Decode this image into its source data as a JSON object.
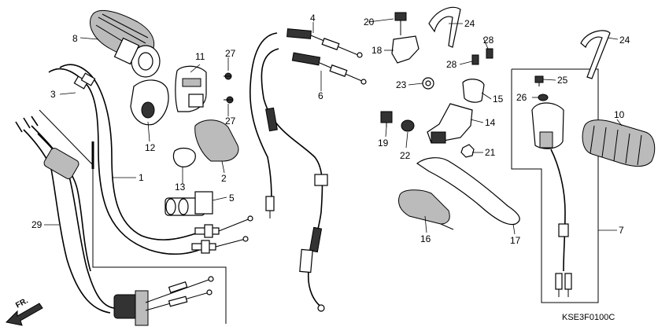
{
  "callouts": [
    "1",
    "2",
    "3",
    "4",
    "5",
    "6",
    "7",
    "8",
    "10",
    "11",
    "12",
    "13",
    "14",
    "15",
    "16",
    "17",
    "18",
    "19",
    "20",
    "21",
    "22",
    "23",
    "24",
    "25",
    "26",
    "27",
    "28",
    "29"
  ],
  "diagram_code": "KSE3F0100C",
  "direction_label": "FR."
}
